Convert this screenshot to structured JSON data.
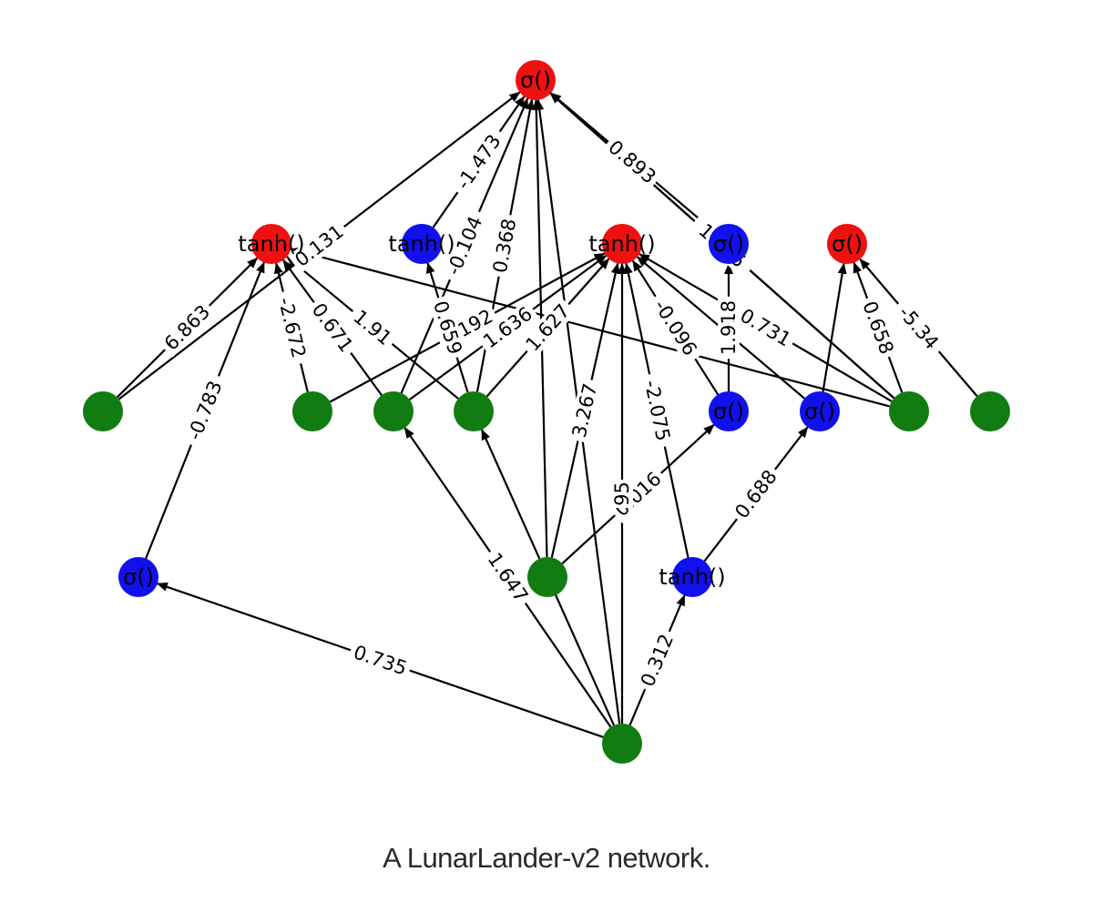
{
  "caption": "A LunarLander-v2 network.",
  "colors": {
    "input": "#117c11",
    "hidden": "#1111ee",
    "output": "#ee1111",
    "edge": "#000000"
  },
  "nodes": [
    {
      "id": "out1",
      "role": "output",
      "label": "σ()"
    },
    {
      "id": "out2",
      "role": "output",
      "label": "tanh()"
    },
    {
      "id": "out3",
      "role": "output",
      "label": "tanh()"
    },
    {
      "id": "out4",
      "role": "output",
      "label": "σ()"
    },
    {
      "id": "h1",
      "role": "hidden",
      "label": "tanh()"
    },
    {
      "id": "h2",
      "role": "hidden",
      "label": "σ()"
    },
    {
      "id": "h3",
      "role": "hidden",
      "label": "σ()"
    },
    {
      "id": "h4",
      "role": "hidden",
      "label": "σ()"
    },
    {
      "id": "h5",
      "role": "hidden",
      "label": "σ()"
    },
    {
      "id": "h6",
      "role": "hidden",
      "label": "tanh()"
    },
    {
      "id": "in1",
      "role": "input",
      "label": ""
    },
    {
      "id": "in2",
      "role": "input",
      "label": ""
    },
    {
      "id": "in3",
      "role": "input",
      "label": ""
    },
    {
      "id": "in4",
      "role": "input",
      "label": ""
    },
    {
      "id": "in5",
      "role": "input",
      "label": ""
    },
    {
      "id": "in6",
      "role": "input",
      "label": ""
    },
    {
      "id": "in7",
      "role": "input",
      "label": ""
    },
    {
      "id": "in8",
      "role": "input",
      "label": ""
    }
  ],
  "edges": [
    {
      "from": "in1",
      "to": "out2",
      "label": "6.863"
    },
    {
      "from": "in1",
      "to": "out1",
      "label": "0.131"
    },
    {
      "from": "h2",
      "to": "out2",
      "label": "-0.783"
    },
    {
      "from": "in8",
      "to": "h2",
      "label": "0.735"
    },
    {
      "from": "in2",
      "to": "out2",
      "label": "-2.672"
    },
    {
      "from": "in2",
      "to": "out3",
      "label": "0.192"
    },
    {
      "from": "in3",
      "to": "out2",
      "label": "0.671"
    },
    {
      "from": "in3",
      "to": "out1",
      "label": "-0.104"
    },
    {
      "from": "in4",
      "to": "out2",
      "label": "1.91"
    },
    {
      "from": "in4",
      "to": "h1",
      "label": "0.659"
    },
    {
      "from": "in4",
      "to": "out1",
      "label": "0.368"
    },
    {
      "from": "in4",
      "to": "out3",
      "label": "1.627"
    },
    {
      "from": "in8",
      "to": "in3",
      "label": "1.647"
    },
    {
      "from": "h1",
      "to": "out1",
      "label": "-1.473"
    },
    {
      "from": "in5",
      "to": "out3",
      "label": "3.267"
    },
    {
      "from": "in5",
      "to": "h4",
      "label": "0.016"
    },
    {
      "from": "in5",
      "to": "out1",
      "label": ""
    },
    {
      "from": "in8",
      "to": "out3",
      "label": "95"
    },
    {
      "from": "h6",
      "to": "out3",
      "label": "-2.075"
    },
    {
      "from": "in8",
      "to": "h6",
      "label": "0.312"
    },
    {
      "from": "h6",
      "to": "h5",
      "label": "0.688"
    },
    {
      "from": "h4",
      "to": "out3",
      "label": "-0.096"
    },
    {
      "from": "h4",
      "to": "h3",
      "label": "1.918"
    },
    {
      "from": "in6",
      "to": "out3",
      "label": "0.731"
    },
    {
      "from": "in6",
      "to": "out1",
      "label": "-1.875"
    },
    {
      "from": "h3",
      "to": "out1",
      "label": "0.893"
    },
    {
      "from": "in6",
      "to": "out4",
      "label": "0.658"
    },
    {
      "from": "in7",
      "to": "out4",
      "label": "-5.34"
    },
    {
      "from": "h5",
      "to": "out3",
      "label": ""
    },
    {
      "from": "in6",
      "to": "out2",
      "label": ""
    },
    {
      "from": "in8",
      "to": "out1",
      "label": ""
    },
    {
      "from": "in8",
      "to": "in4",
      "label": ""
    },
    {
      "from": "h5",
      "to": "out4",
      "label": ""
    },
    {
      "from": "in3",
      "to": "out3",
      "label": "1.636"
    },
    {
      "from": "in6",
      "to": "out1",
      "label": "1.335"
    }
  ]
}
